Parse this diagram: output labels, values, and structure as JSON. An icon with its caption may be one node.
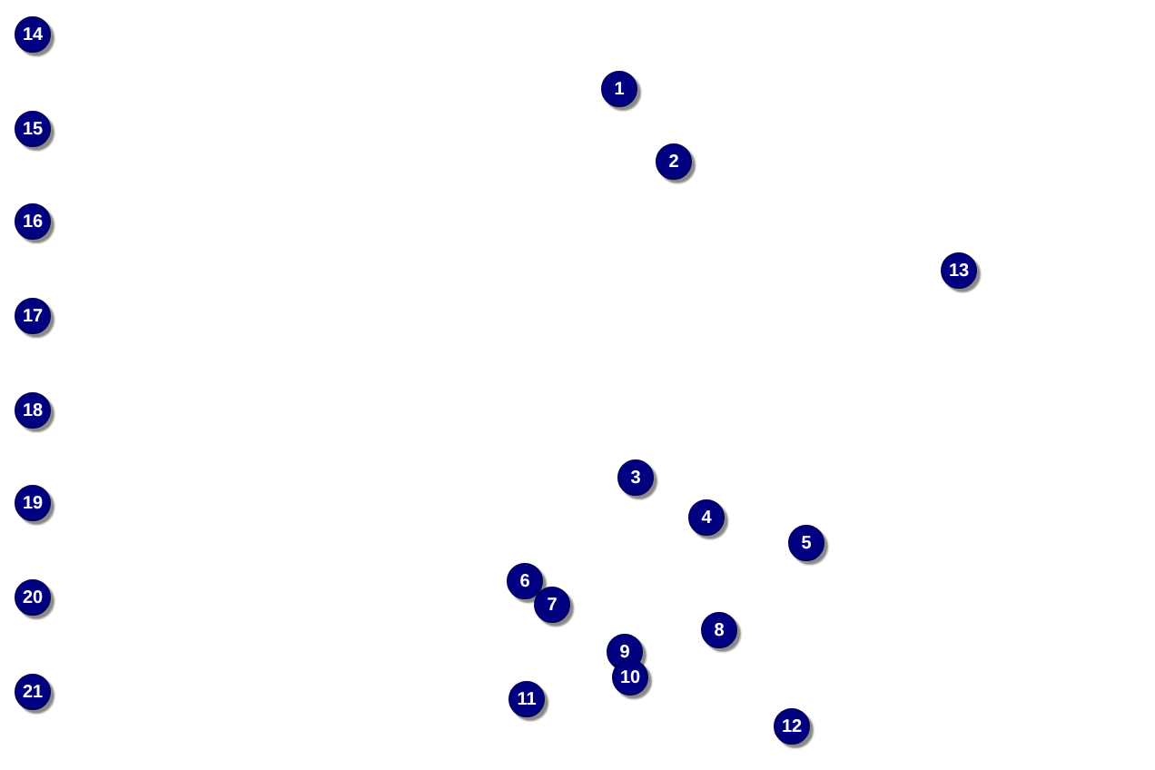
{
  "diagram": {
    "labels": [
      "14",
      "1",
      "15",
      "2",
      "16",
      "13",
      "17",
      "18",
      "3",
      "19",
      "4",
      "5",
      "6",
      "20",
      "7",
      "8",
      "9",
      "10",
      "21",
      "11",
      "12"
    ]
  }
}
